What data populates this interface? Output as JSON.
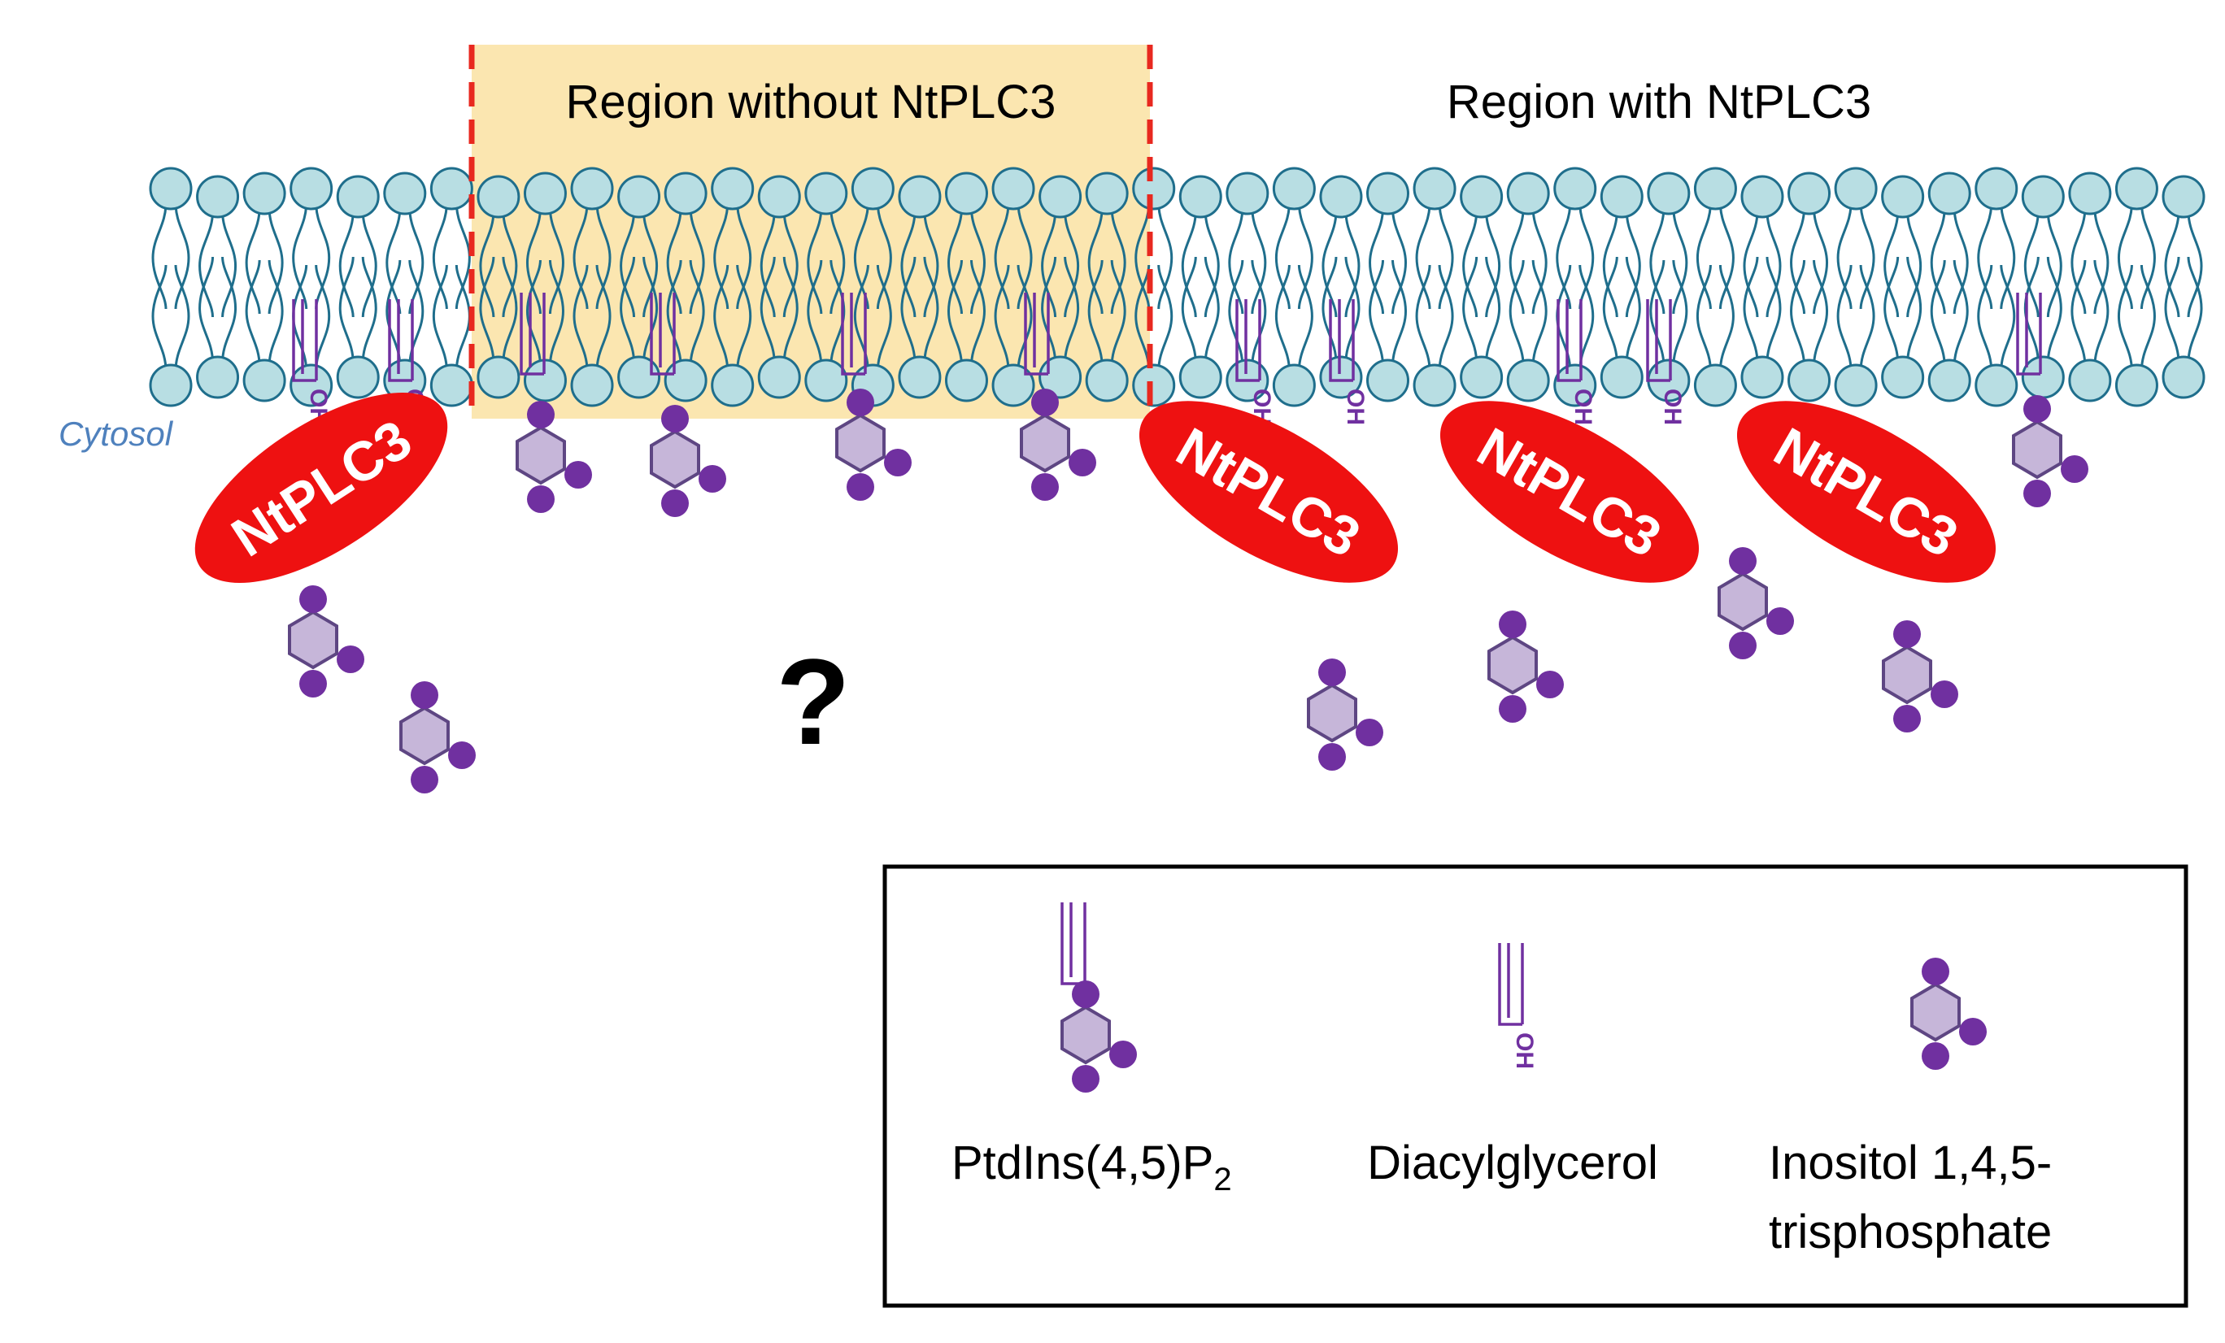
{
  "labels": {
    "region_without": "Region without NtPLC3",
    "region_with": "Region with NtPLC3",
    "cytosol": "Cytosol",
    "question": "?",
    "enzyme": "NtPLC3",
    "oh": "OH"
  },
  "legend": {
    "pip2": {
      "text": "PtdIns(4,5)P",
      "subscript": "2"
    },
    "dag": "Diacylglycerol",
    "ip3_line1": "Inositol 1,4,5-",
    "ip3_line2": "trisphosphate"
  },
  "enzymes": [
    {
      "label": "NtPLC3"
    },
    {
      "label": "NtPLC3"
    },
    {
      "label": "NtPLC3"
    },
    {
      "label": "NtPLC3"
    }
  ],
  "colors": {
    "lipid_head_fill": "#b8dee3",
    "lipid_stroke": "#1f6e8c",
    "region_fill": "#fbe6b0",
    "dashed_line": "#e8281f",
    "enzyme": "#ee1111",
    "molecule_purple": "#7030a0",
    "hexagon_fill": "#c6b6d9",
    "hexagon_stroke": "#5e4683",
    "cytosol_text": "#4f81bd"
  }
}
